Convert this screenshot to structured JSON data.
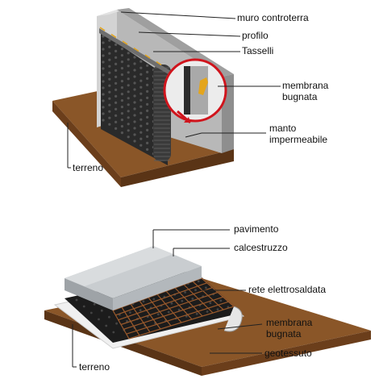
{
  "wall_diagram": {
    "labels": {
      "muro_controterra": "muro controterra",
      "profilo": "profilo",
      "tasselli": "Tasselli",
      "membrana_bugnata_1": "membrana",
      "membrana_bugnata_2": "bugnata",
      "manto_1": "manto",
      "manto_2": "impermeabile",
      "terreno": "terreno"
    },
    "colors": {
      "ground": "#7a4a22",
      "ground_dark": "#5a3416",
      "wall": "#c9c9c9",
      "wall_dark": "#9a9a9a",
      "membrane": "#2a2a2a",
      "callout_circle": "#d0141c",
      "anchor": "#e4a51c"
    }
  },
  "floor_diagram": {
    "labels": {
      "pavimento": "pavimento",
      "calcestruzzo": "calcestruzzo",
      "rete_elettrosaldata": "rete elettrosaldata",
      "membrana_bugnata_1": "membrana",
      "membrana_bugnata_2": "bugnata",
      "geotessuto": "geotessuto",
      "terreno": "terreno"
    },
    "colors": {
      "ground": "#7a4a22",
      "concrete": "#c3c7ca",
      "screed": "#a9aeb2",
      "mesh": "#9b5a2c",
      "membrane": "#1c1c1c",
      "geotextile": "#f0f0f0"
    }
  }
}
